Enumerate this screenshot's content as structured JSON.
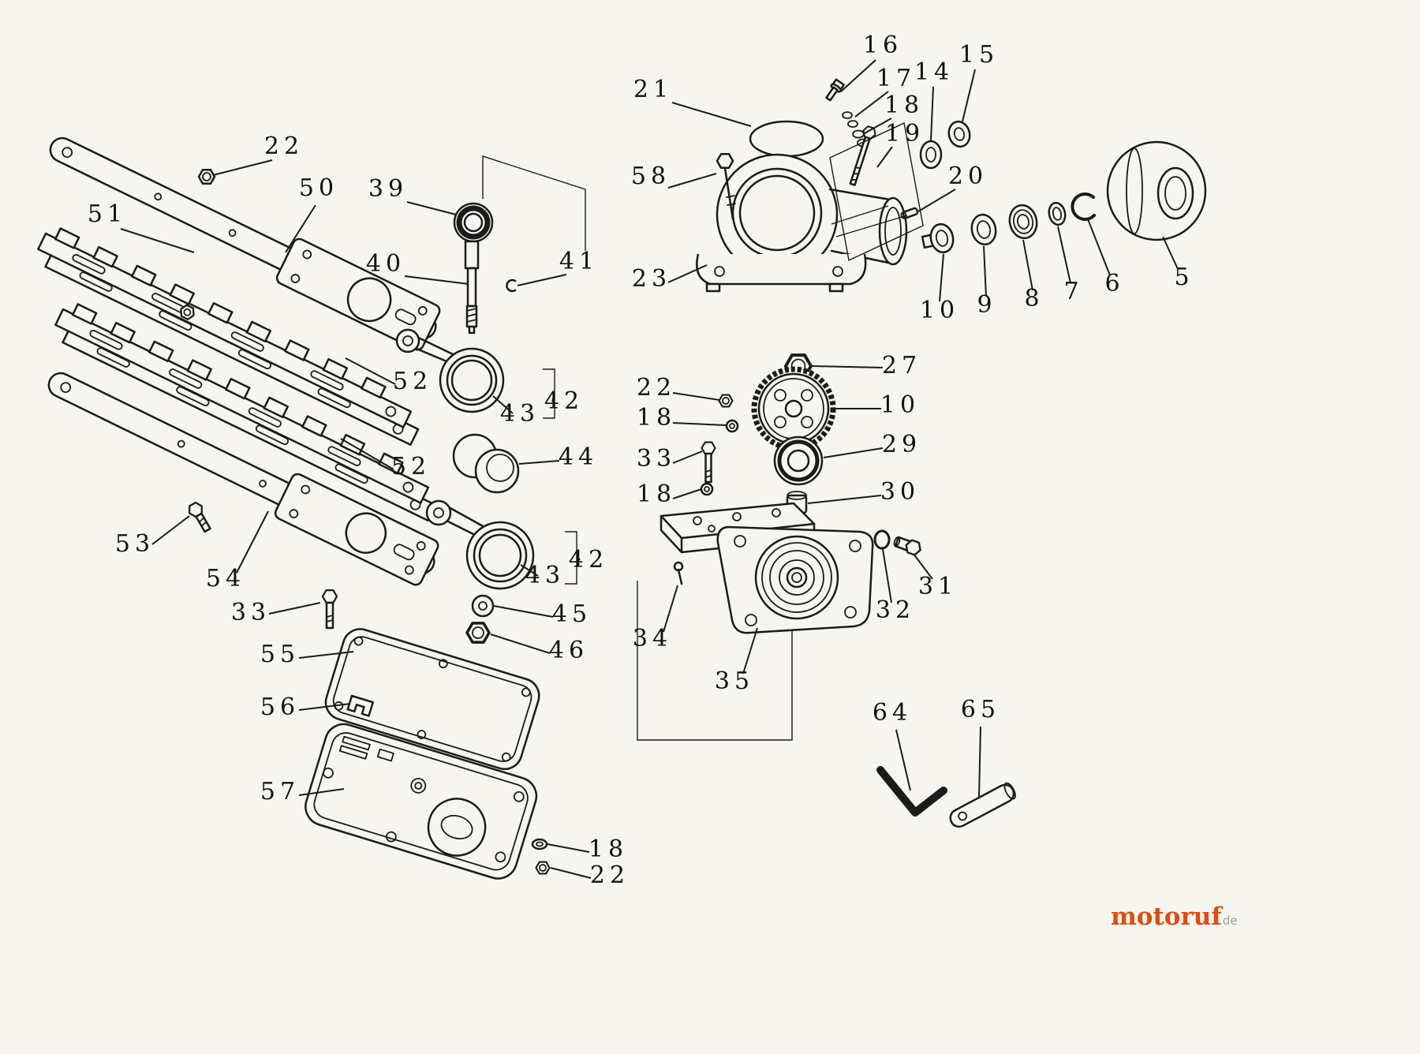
{
  "diagram": {
    "background": "#f7f5ef",
    "line_color": "#1b1b1b"
  },
  "callouts": {
    "5": "5",
    "6": "6",
    "7": "7",
    "8": "8",
    "9": "9",
    "10": "10",
    "14": "14",
    "15": "15",
    "16": "16",
    "17": "17",
    "18": "18",
    "19": "19",
    "20": "20",
    "21": "21",
    "22": "22",
    "23": "23",
    "27": "27",
    "29": "29",
    "30": "30",
    "31": "31",
    "32": "32",
    "33": "33",
    "34": "34",
    "35": "35",
    "39": "39",
    "40": "40",
    "41": "41",
    "42": "42",
    "43": "43",
    "44": "44",
    "45": "45",
    "46": "46",
    "50": "50",
    "51": "51",
    "52": "52",
    "53": "53",
    "54": "54",
    "55": "55",
    "56": "56",
    "57": "57",
    "58": "58",
    "64": "64",
    "65": "65"
  },
  "watermark": {
    "brand": "motoruf",
    "suffix": ".de"
  }
}
